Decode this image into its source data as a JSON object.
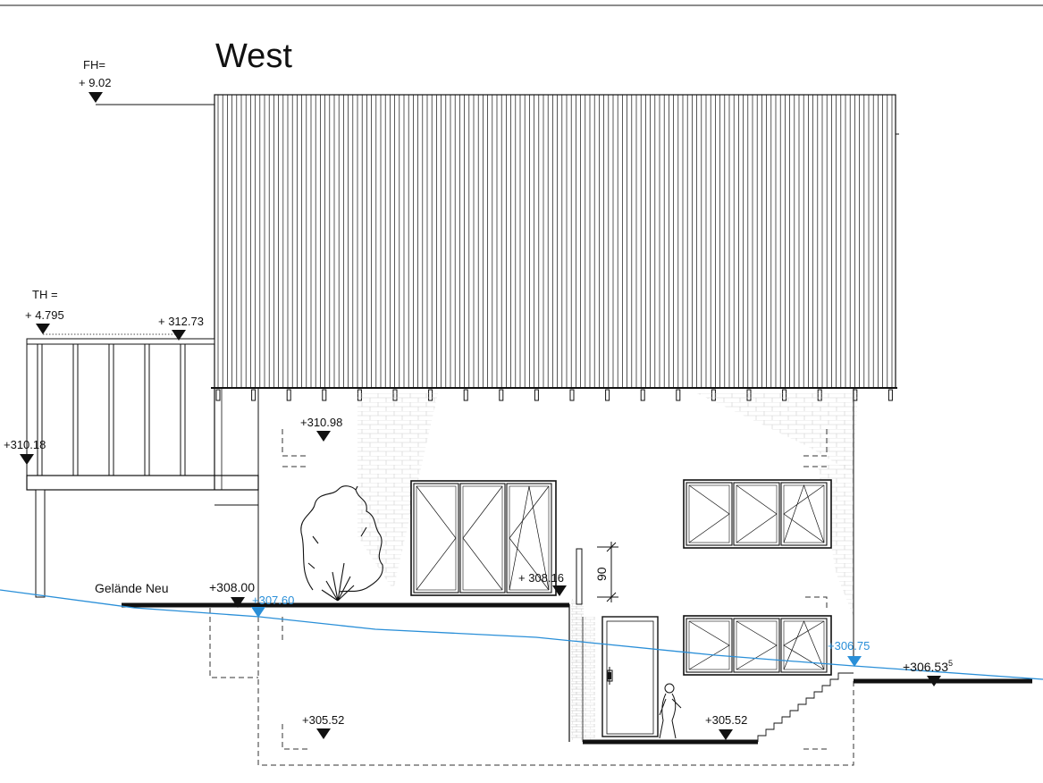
{
  "view_title": "West",
  "elevations": {
    "fh_label": "FH=",
    "fh_value": "+ 9.02",
    "th_label": "TH =",
    "th_value": "+ 4.795",
    "eave": "+ 312.73",
    "balcony": "+310.18",
    "upper_floor": "+310.98",
    "window_sill": "+ 308.16",
    "terrain_left": "+308.00",
    "terrain_left_existing": "+307.60",
    "terrain_right_existing": "+306.75",
    "terrain_right": "+306.53",
    "terrain_right_sup": "5",
    "basement": "+305.52",
    "basement_entry": "+305.52"
  },
  "terrain_new_label": "Gelände Neu",
  "dimension_90": "90",
  "colors": {
    "line": "#111111",
    "terrain_existing": "#2a8fd8",
    "hidden_line": "#333333",
    "brick": "#d4d4d4"
  }
}
